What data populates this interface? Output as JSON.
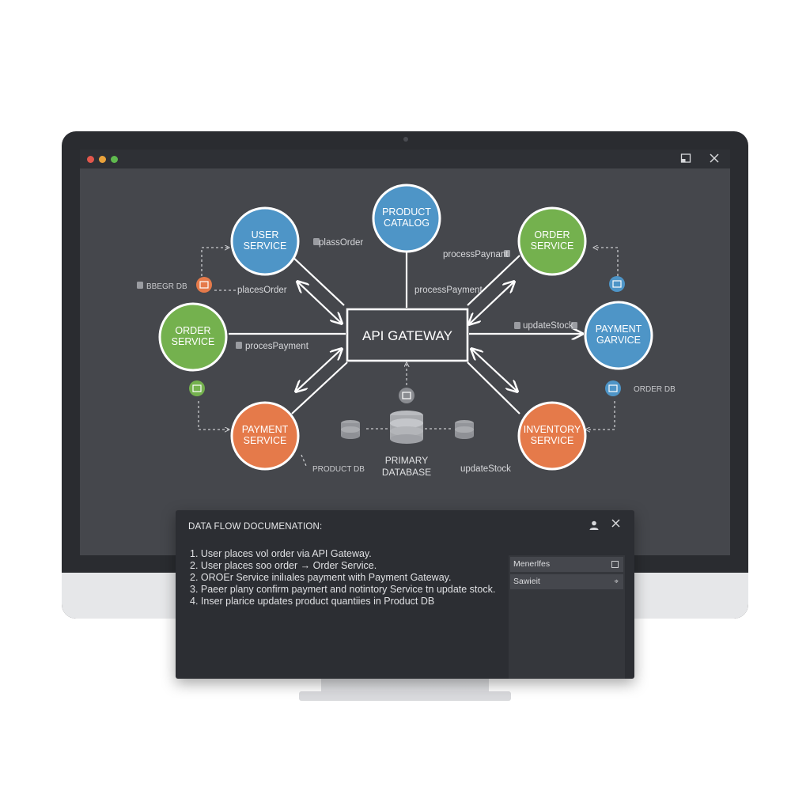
{
  "window": {
    "maximize_icon": "maximize-icon",
    "close_icon": "close-icon"
  },
  "diagram": {
    "gateway": "API GATEWAY",
    "nodes": {
      "user_service": [
        "USER",
        "SERVICE"
      ],
      "product_catalog": [
        "PRODUCT",
        "CATALOG"
      ],
      "order_service_top": [
        "ORDER",
        "SERVICE"
      ],
      "order_service_left": [
        "ORDER",
        "SERVICE"
      ],
      "payment_garvice": [
        "PAYMENT",
        "GARVICE"
      ],
      "payment_service": [
        "PAYMENT",
        "SERVICE"
      ],
      "inventory_service": [
        "INVENTORY",
        "SERVICE"
      ]
    },
    "primary_db": [
      "PRIMARY",
      "DATABASE"
    ],
    "labels": {
      "plass_order": "plassOrder",
      "places_order": "placesOrder",
      "bbegr_db": "BBEGR DB",
      "proces_payment": "procesPayment",
      "process_paynant": "processPaynant",
      "process_payment": "processPayment",
      "update_stock_right": "updateStock",
      "order_db": "ORDER DB",
      "product_db": "PRODUCT DB",
      "update_stock_bottom": "updateStock"
    },
    "colors": {
      "blue": "#4e95c7",
      "green": "#74b14e",
      "orange": "#e57a4a",
      "gateway_border": "#ffffff"
    }
  },
  "doc_panel": {
    "title": "DATA FLOW DOCUMENATION:",
    "steps": [
      "1. User places vol order via API Gateway.",
      "2. User places soo order → Order Service.",
      "2. OROEr Service inilıales payment with Payment Gateway.",
      "3. Paeer plany confirm paymert and notintory Service  tn update stock.",
      "4. Inser plarice updates product quantiies in Product DB"
    ],
    "side_items": [
      {
        "label": "Menerlfes",
        "icon": "square-icon"
      },
      {
        "label": "Sawieit",
        "icon": "pin-icon"
      }
    ]
  }
}
